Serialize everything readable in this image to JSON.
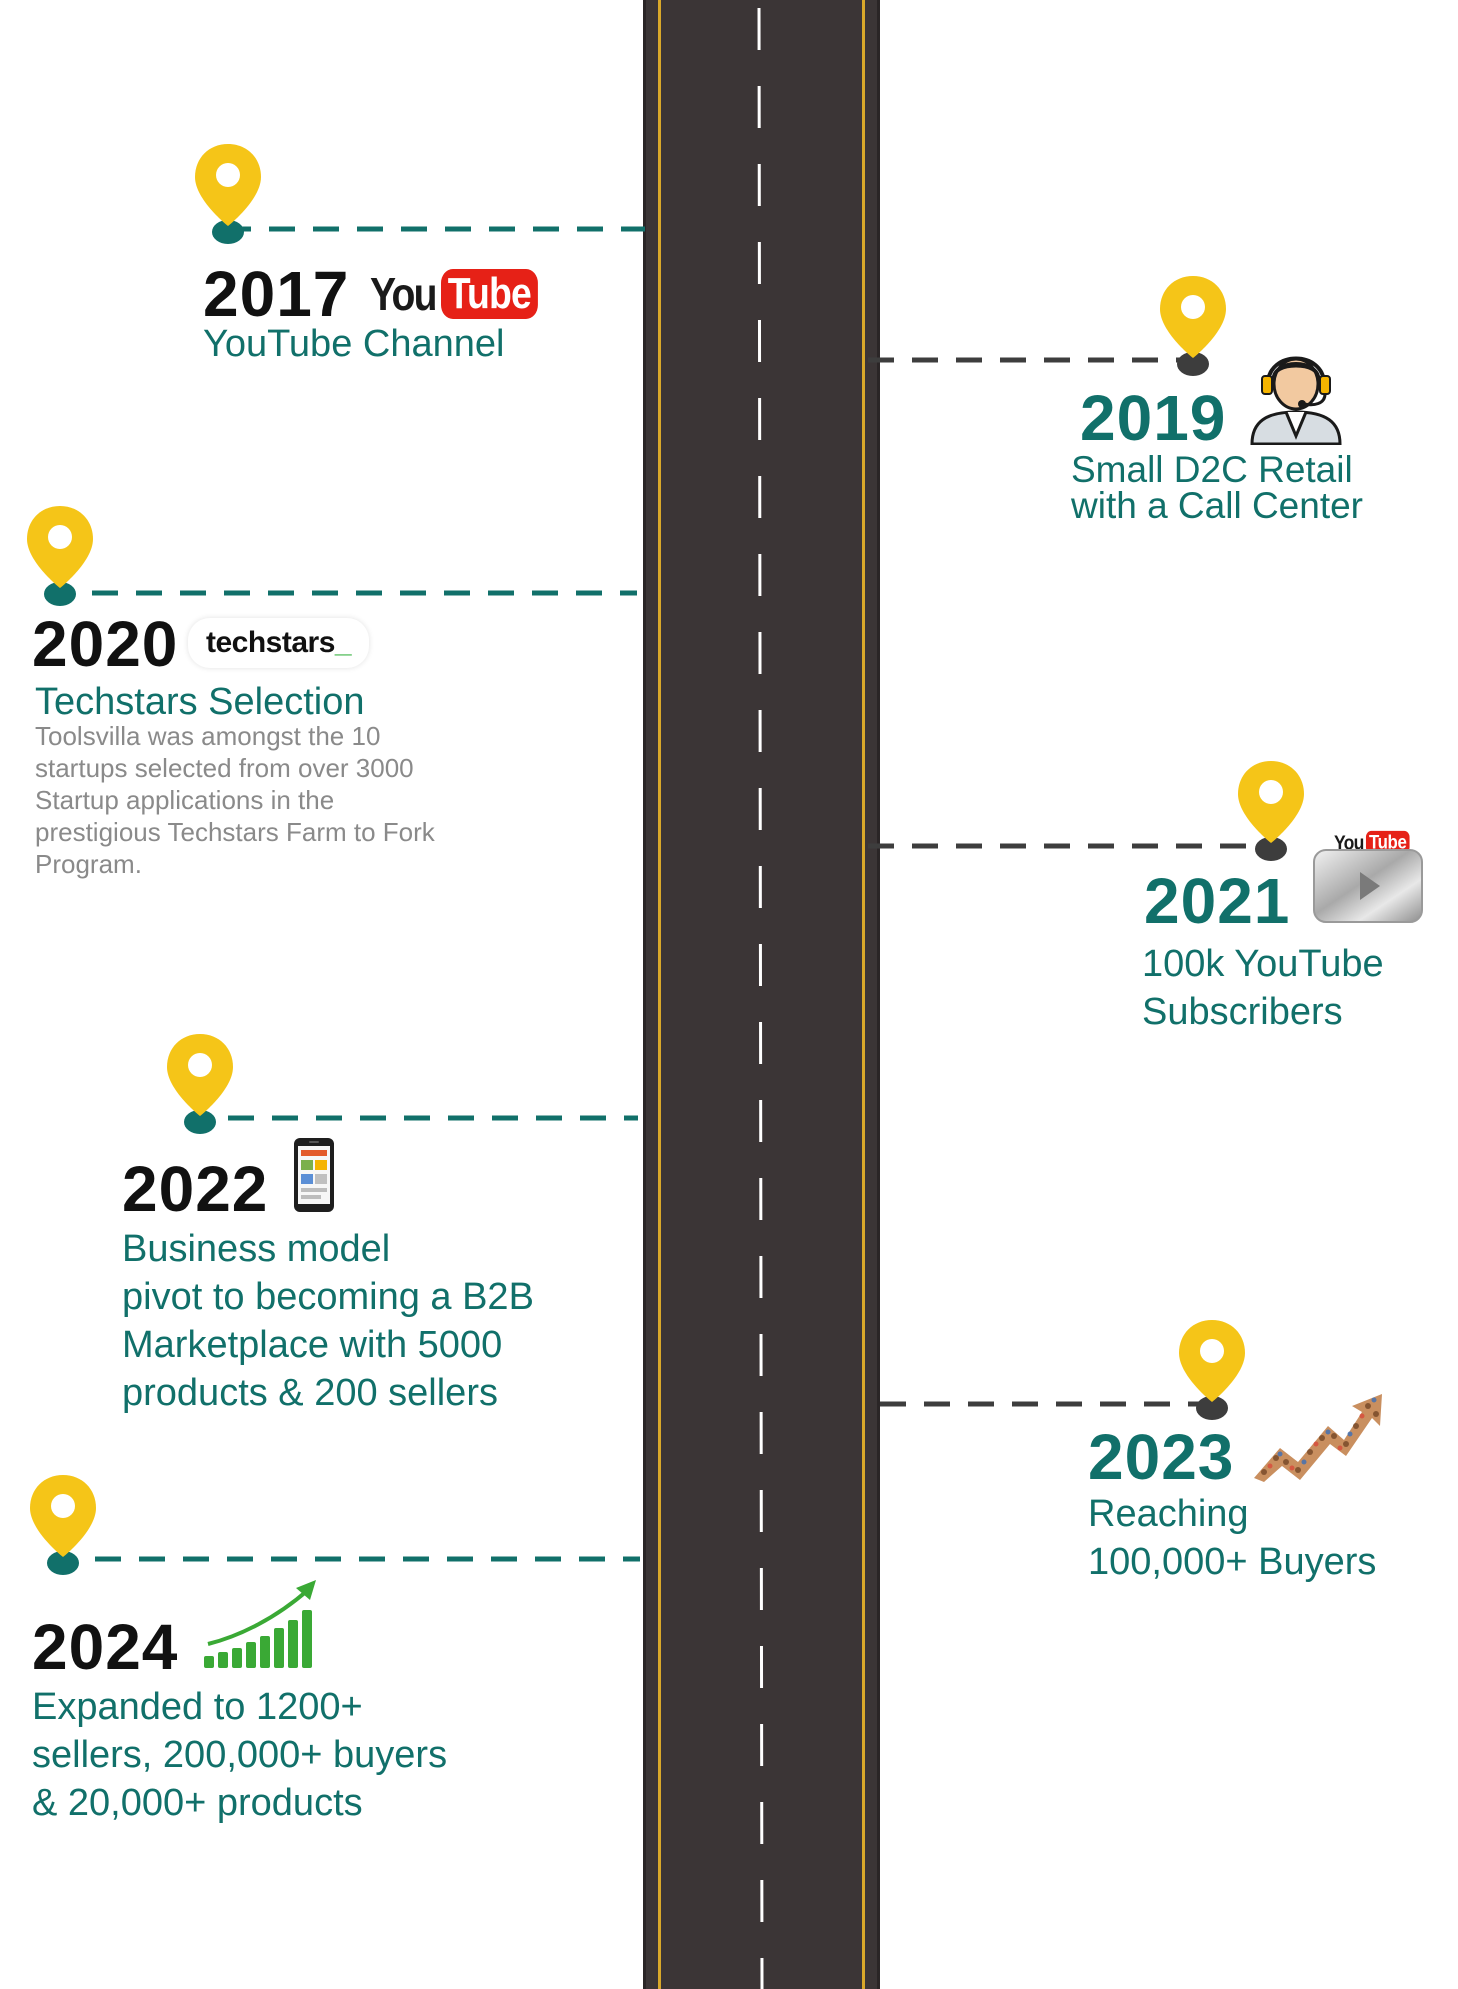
{
  "colors": {
    "road": "#3b3536",
    "road_edge": "#d9a82a",
    "pin": "#f5c518",
    "pin_base_teal": "#11706a",
    "pin_base_dark": "#3d3d3d",
    "teal_text": "#11706a",
    "dark_text": "#111111",
    "desc_text": "#8a8a8a"
  },
  "milestones": [
    {
      "year": "2017",
      "title": "YouTube Channel",
      "icon": "youtube-logo-icon",
      "logo_you": "You",
      "logo_tube": "Tube"
    },
    {
      "year": "2019",
      "title_lines": [
        "Small D2C Retail",
        "with a Call Center"
      ],
      "icon": "call-center-agent-icon"
    },
    {
      "year": "2020",
      "title": "Techstars Selection",
      "logo_text": "techstars",
      "logo_suffix": "_",
      "description_lines": [
        "Toolsvilla was amongst the 10",
        "startups selected from over 3000",
        "Startup applications in  the",
        "prestigious Techstars Farm to Fork",
        "Program."
      ]
    },
    {
      "year": "2021",
      "title_lines": [
        "100k YouTube",
        "Subscribers"
      ],
      "icon": "youtube-silver-play-button-icon",
      "logo_you": "You",
      "logo_tube": "Tube"
    },
    {
      "year": "2022",
      "title_lines": [
        "Business model",
        "pivot to becoming a B2B",
        "Marketplace with 5000",
        "products & 200 sellers"
      ],
      "icon": "smartphone-app-icon"
    },
    {
      "year": "2023",
      "title_lines": [
        "Reaching",
        "100,000+ Buyers"
      ],
      "icon": "crowd-growth-arrow-icon"
    },
    {
      "year": "2024",
      "title_lines": [
        "Expanded to 1200+",
        "sellers, 200,000+ buyers",
        "& 20,000+ products"
      ],
      "icon": "growth-bar-chart-icon"
    }
  ]
}
